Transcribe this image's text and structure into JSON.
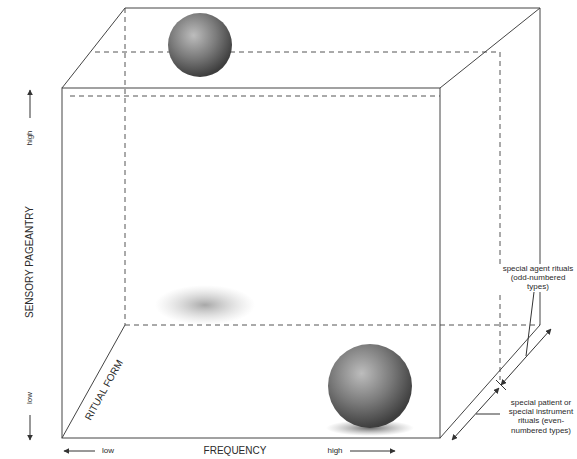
{
  "diagram": {
    "labels": [
      "SENSORY PAGEANTRY",
      "high",
      "low",
      "FREQUENCY",
      "low",
      "high",
      "RITUAL FORM",
      "special agent rituals (odd-numbered types)",
      "special patient or special instrument rituals (even-numbered types)"
    ]
  }
}
